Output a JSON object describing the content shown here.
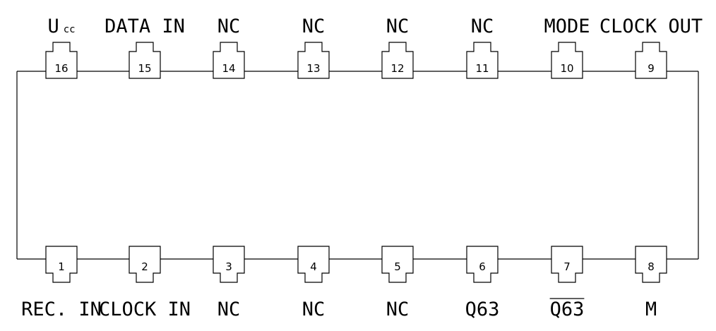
{
  "chip": {
    "top_pins": [
      {
        "number": "16",
        "label": "U",
        "label_sub": "cc",
        "overline": false
      },
      {
        "number": "15",
        "label": "DATA IN",
        "label_sub": "",
        "overline": false
      },
      {
        "number": "14",
        "label": "NC",
        "label_sub": "",
        "overline": false
      },
      {
        "number": "13",
        "label": "NC",
        "label_sub": "",
        "overline": false
      },
      {
        "number": "12",
        "label": "NC",
        "label_sub": "",
        "overline": false
      },
      {
        "number": "11",
        "label": "NC",
        "label_sub": "",
        "overline": false
      },
      {
        "number": "10",
        "label": "MODE",
        "label_sub": "",
        "overline": false
      },
      {
        "number": "9",
        "label": "CLOCK OUT",
        "label_sub": "",
        "overline": false
      }
    ],
    "bottom_pins": [
      {
        "number": "1",
        "label": "REC. IN",
        "overline": false
      },
      {
        "number": "2",
        "label": "CLOCK IN",
        "overline": false
      },
      {
        "number": "3",
        "label": "NC",
        "overline": false
      },
      {
        "number": "4",
        "label": "NC",
        "overline": false
      },
      {
        "number": "5",
        "label": "NC",
        "overline": false
      },
      {
        "number": "6",
        "label": "Q63",
        "overline": false
      },
      {
        "number": "7",
        "label": "Q63",
        "overline": true
      },
      {
        "number": "8",
        "label": "M",
        "overline": false
      }
    ]
  }
}
